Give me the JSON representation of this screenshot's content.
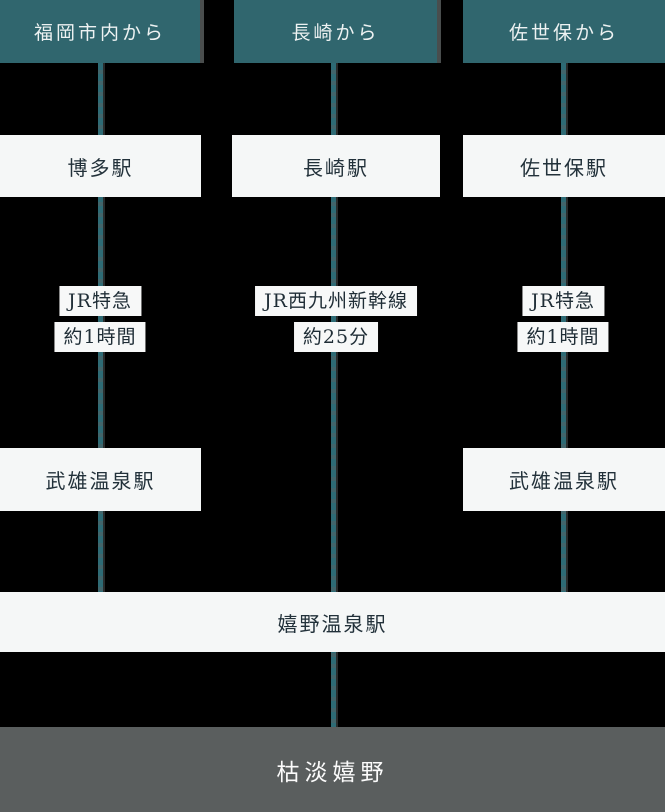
{
  "colors": {
    "background": "#000000",
    "header_bg": "#30666e",
    "header_text": "#edf2f2",
    "station_box_bg": "#f5f7f7",
    "station_text": "#22313a",
    "route_line": "#2e6b75",
    "footer_bg": "#5a5e5e",
    "footer_text": "#fbfbfb"
  },
  "columns": [
    {
      "id": "fukuoka",
      "origin_label": "福岡市内から",
      "start_station": "博多駅",
      "transit_line1": "JR特急",
      "transit_line2": "約1時間",
      "mid_station": "武雄温泉駅"
    },
    {
      "id": "nagasaki",
      "origin_label": "長崎から",
      "start_station": "長崎駅",
      "transit_line1": "JR西九州新幹線",
      "transit_line2": "約25分"
    },
    {
      "id": "sasebo",
      "origin_label": "佐世保から",
      "start_station": "佐世保駅",
      "transit_line1": "JR特急",
      "transit_line2": "約1時間",
      "mid_station": "武雄温泉駅"
    }
  ],
  "shared_station": "嬉野温泉駅",
  "destination": "枯淡嬉野"
}
